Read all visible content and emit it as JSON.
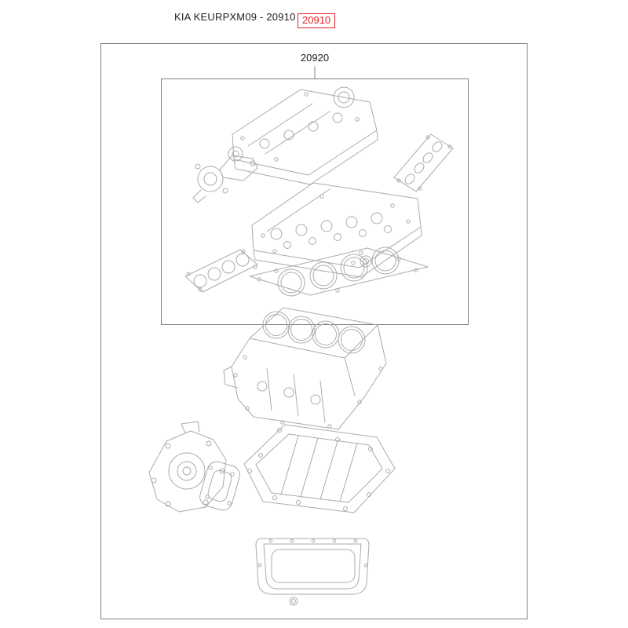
{
  "header": {
    "catalog_label": "KIA KEURPXM09 - 20910",
    "highlighted_part": "20910"
  },
  "diagram": {
    "subgroup_label": "20920"
  },
  "colors": {
    "highlight": "#e22128",
    "lineart": "#ababab",
    "frame": "#7f7f7f",
    "text": "#1f1f1f"
  }
}
